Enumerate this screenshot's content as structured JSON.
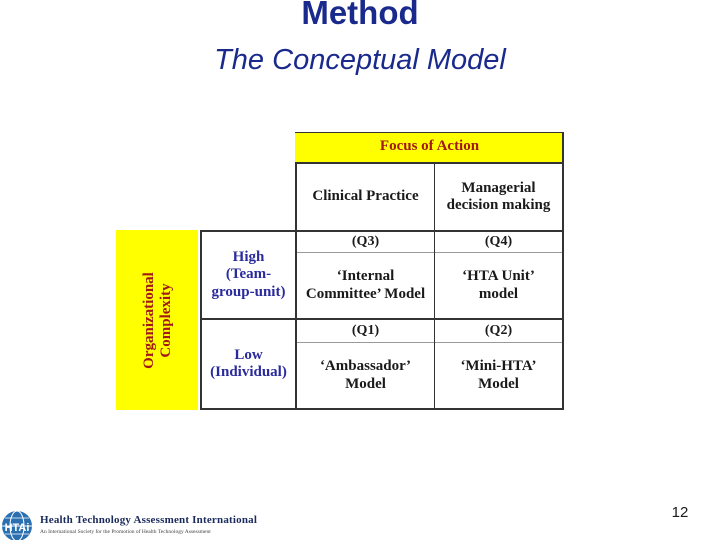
{
  "slide": {
    "title": "Method",
    "subtitle": "The Conceptual Model",
    "page_number": "12"
  },
  "matrix": {
    "focus_label": "Focus of Action",
    "columns": [
      "Clinical Practice",
      "Managerial decision making"
    ],
    "side_label_line1": "Organizational",
    "side_label_line2": "Complexity",
    "rows": [
      {
        "label_lines": [
          "High",
          "(Team-",
          "group-unit)"
        ],
        "cells": [
          {
            "code": "(Q3)",
            "name_lines": [
              "‘Internal",
              "Committee’ Model"
            ]
          },
          {
            "code": "(Q4)",
            "name_lines": [
              "‘HTA Unit’",
              "model"
            ]
          }
        ]
      },
      {
        "label_lines": [
          "Low",
          "(Individual)"
        ],
        "cells": [
          {
            "code": "(Q1)",
            "name_lines": [
              "‘Ambassador’",
              "Model"
            ]
          },
          {
            "code": "(Q2)",
            "name_lines": [
              "‘Mini-HTA’",
              "Model"
            ]
          }
        ]
      }
    ]
  },
  "footer": {
    "logo_icon": "globe-logo-icon",
    "logo_text": "HTAi",
    "org_name": "Health Technology Assessment International",
    "tagline": "An International Society for the Promotion of Health Technology Assessment"
  },
  "colors": {
    "title": "#1a2a8c",
    "highlight": "#ffff00",
    "label_red": "#a01818"
  }
}
